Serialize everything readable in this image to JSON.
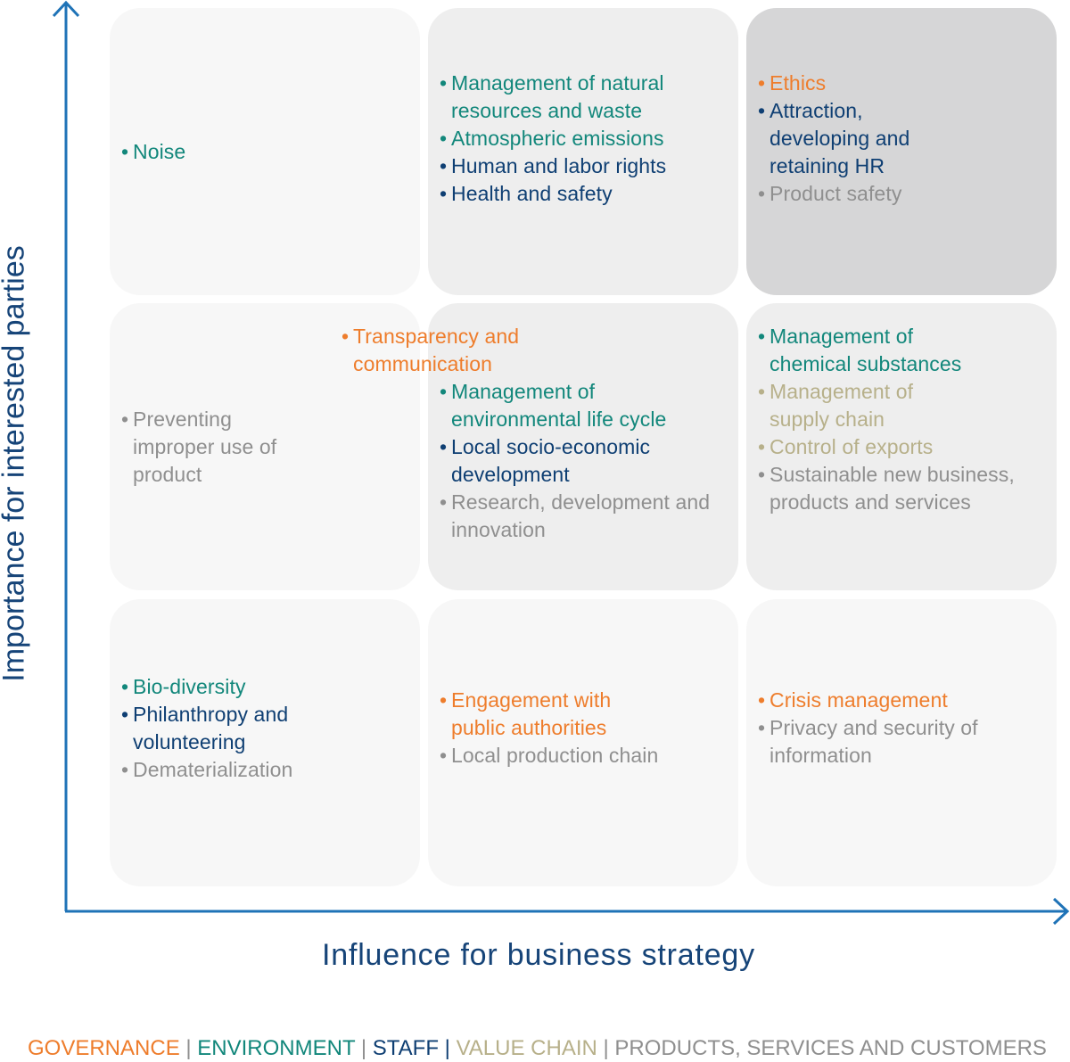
{
  "axes": {
    "y_label": "Importance for interested parties",
    "x_label": "Influence for business strategy",
    "color": "#1f73b7"
  },
  "colors": {
    "governance": "#ee7d2c",
    "environment": "#12877b",
    "staff": "#0f3f73",
    "value_chain": "#b7b08a",
    "products": "#8f8f8f"
  },
  "grid": {
    "rows": [
      {
        "cells": [
          {
            "items": [
              {
                "text": "Noise",
                "cat": "environment"
              }
            ]
          },
          {
            "items": [
              {
                "text": "Management of natural resources and waste",
                "cat": "environment"
              },
              {
                "text": "Atmospheric emissions",
                "cat": "environment"
              },
              {
                "text": "Human and labor rights",
                "cat": "staff"
              },
              {
                "text": "Health and safety",
                "cat": "staff"
              }
            ]
          },
          {
            "items": [
              {
                "text": "Ethics",
                "cat": "governance"
              },
              {
                "text": "Attraction, developing and retaining HR",
                "cat": "staff"
              },
              {
                "text": "Product safety",
                "cat": "products"
              }
            ]
          }
        ]
      },
      {
        "cells": [
          {
            "items": [
              {
                "text": "Preventing improper use of product",
                "cat": "products"
              }
            ]
          },
          {
            "items": [
              {
                "text": "Transparency and communication",
                "cat": "governance"
              },
              {
                "text": "Management of environmental life cycle",
                "cat": "environment"
              },
              {
                "text": "Local socio-economic development",
                "cat": "staff"
              },
              {
                "text": "Research, development and innovation",
                "cat": "products"
              }
            ]
          },
          {
            "items": [
              {
                "text": "Management of chemical substances",
                "cat": "environment"
              },
              {
                "text": "Management of supply chain",
                "cat": "valuechain"
              },
              {
                "text": "Control of exports",
                "cat": "valuechain"
              },
              {
                "text": "Sustainable new business, products and services",
                "cat": "products"
              }
            ]
          }
        ]
      },
      {
        "cells": [
          {
            "items": [
              {
                "text": "Bio-diversity",
                "cat": "environment"
              },
              {
                "text": "Philanthropy and volunteering",
                "cat": "staff"
              },
              {
                "text": "Dematerialization",
                "cat": "products"
              }
            ]
          },
          {
            "items": [
              {
                "text": "Engagement with public authorities",
                "cat": "governance"
              },
              {
                "text": "Local production chain",
                "cat": "products"
              }
            ]
          },
          {
            "items": [
              {
                "text": "Crisis management",
                "cat": "governance"
              },
              {
                "text": "Privacy and security of information",
                "cat": "products"
              }
            ]
          }
        ]
      }
    ]
  },
  "legend": {
    "governance": "GOVERNANCE",
    "environment": "ENVIRONMENT",
    "staff": "STAFF",
    "value_chain": "VALUE CHAIN",
    "products": "PRODUCTS, SERVICES AND CUSTOMERS",
    "separator": "|"
  }
}
